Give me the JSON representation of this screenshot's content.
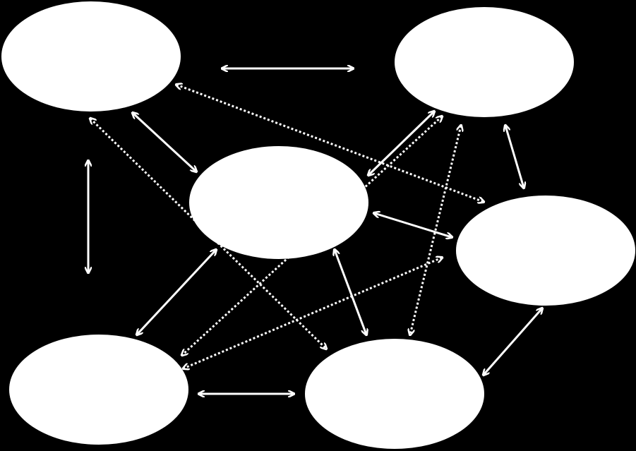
{
  "diagram": {
    "background": "#000000",
    "node_color": "#ffffff",
    "edge_color": "#ffffff",
    "nodes": [
      {
        "id": "n1",
        "label": ""
      },
      {
        "id": "n2",
        "label": ""
      },
      {
        "id": "n3",
        "label": ""
      },
      {
        "id": "n4",
        "label": ""
      },
      {
        "id": "n5",
        "label": ""
      },
      {
        "id": "n6",
        "label": ""
      }
    ],
    "edges": [
      {
        "id": "e-n1-n2",
        "from": "n1",
        "to": "n2",
        "style": "solid",
        "direction": "both"
      },
      {
        "id": "e-n1-n3",
        "from": "n1",
        "to": "n3",
        "style": "solid",
        "direction": "both"
      },
      {
        "id": "e-n1-n5",
        "from": "n1",
        "to": "n5",
        "style": "solid",
        "direction": "both"
      },
      {
        "id": "e-n1-n4",
        "from": "n1",
        "to": "n4",
        "style": "dotted",
        "direction": "both"
      },
      {
        "id": "e-n1-n6",
        "from": "n1",
        "to": "n6",
        "style": "dotted",
        "direction": "both"
      },
      {
        "id": "e-n2-n3",
        "from": "n2",
        "to": "n3",
        "style": "solid",
        "direction": "both"
      },
      {
        "id": "e-n2-n4",
        "from": "n2",
        "to": "n4",
        "style": "solid",
        "direction": "both"
      },
      {
        "id": "e-n2-n5",
        "from": "n2",
        "to": "n5",
        "style": "dotted",
        "direction": "both"
      },
      {
        "id": "e-n2-n6",
        "from": "n2",
        "to": "n6",
        "style": "dotted",
        "direction": "both"
      },
      {
        "id": "e-n3-n4",
        "from": "n3",
        "to": "n4",
        "style": "solid",
        "direction": "both"
      },
      {
        "id": "e-n3-n5",
        "from": "n3",
        "to": "n5",
        "style": "solid",
        "direction": "both"
      },
      {
        "id": "e-n3-n6",
        "from": "n3",
        "to": "n6",
        "style": "solid",
        "direction": "both"
      },
      {
        "id": "e-n4-n6",
        "from": "n4",
        "to": "n6",
        "style": "solid",
        "direction": "both"
      },
      {
        "id": "e-n4-n5",
        "from": "n4",
        "to": "n5",
        "style": "dotted",
        "direction": "both"
      },
      {
        "id": "e-n5-n6",
        "from": "n5",
        "to": "n6",
        "style": "solid",
        "direction": "both"
      }
    ]
  }
}
